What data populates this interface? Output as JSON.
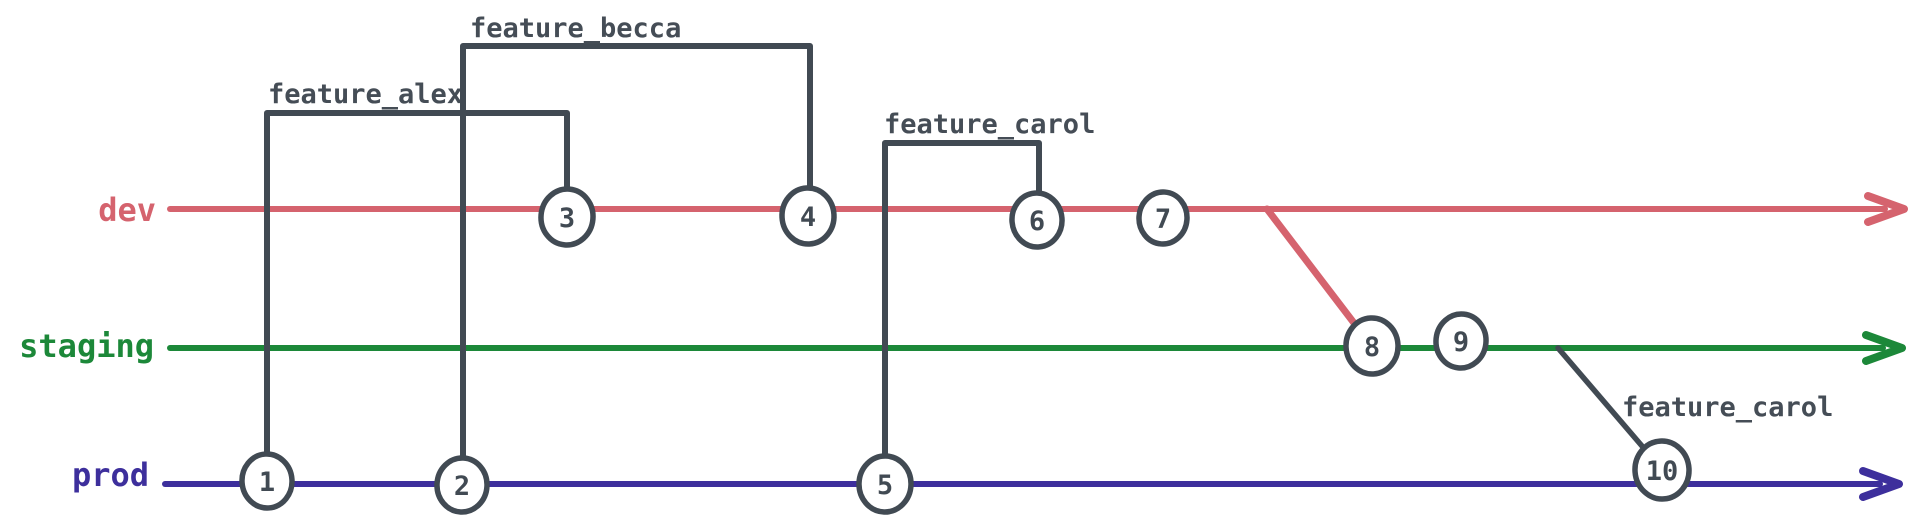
{
  "branches": [
    {
      "name": "dev",
      "color": "#d5636e"
    },
    {
      "name": "staging",
      "color": "#1c8839"
    },
    {
      "name": "prod",
      "color": "#3d2f9c"
    }
  ],
  "feature_labels": [
    {
      "label": "feature_alex",
      "from_branch": "prod",
      "from_commit": "1",
      "to_branch": "dev",
      "to_commit": "3"
    },
    {
      "label": "feature_becca",
      "from_branch": "prod",
      "from_commit": "2",
      "to_branch": "dev",
      "to_commit": "4"
    },
    {
      "label": "feature_carol",
      "from_branch": "prod",
      "from_commit": "5",
      "to_branch": "dev",
      "to_commit": "6"
    },
    {
      "label": "feature_carol",
      "from_branch": "staging",
      "to_branch": "prod",
      "to_commit": "10"
    }
  ],
  "merges": [
    {
      "from_branch": "dev",
      "to_branch": "staging",
      "at_commit": "8"
    }
  ],
  "commits": [
    {
      "label": "1",
      "branch": "prod"
    },
    {
      "label": "2",
      "branch": "prod"
    },
    {
      "label": "3",
      "branch": "dev"
    },
    {
      "label": "4",
      "branch": "dev"
    },
    {
      "label": "5",
      "branch": "prod"
    },
    {
      "label": "6",
      "branch": "dev"
    },
    {
      "label": "7",
      "branch": "dev"
    },
    {
      "label": "8",
      "branch": "staging"
    },
    {
      "label": "9",
      "branch": "staging"
    },
    {
      "label": "10",
      "branch": "prod"
    }
  ],
  "colors": {
    "feature_line": "#414a53",
    "node_fill": "#ffffff",
    "background": "#ffffff"
  }
}
